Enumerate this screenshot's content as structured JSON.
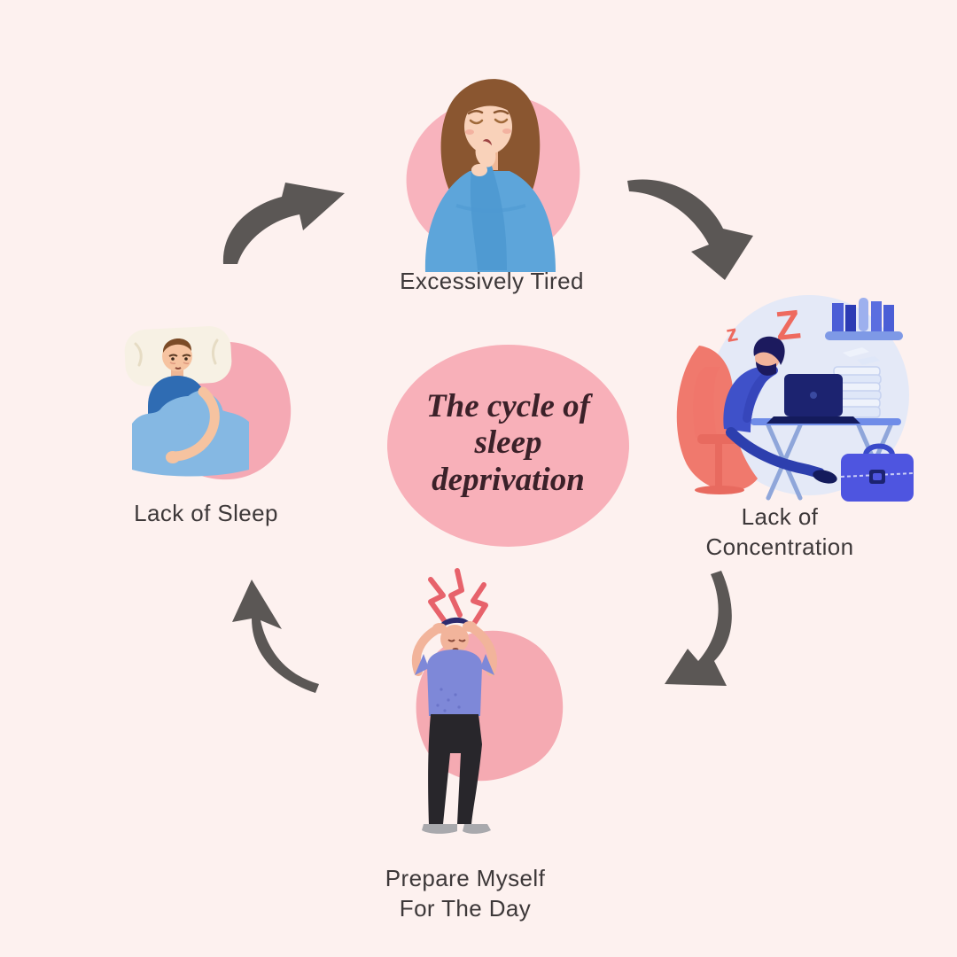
{
  "page": {
    "background_color": "#fdf1ef",
    "arrow_color": "#5b5755"
  },
  "center": {
    "title": "The cycle of\nsleep\ndeprivation",
    "circle_color": "#f8b0b9",
    "text_color": "#3b2129"
  },
  "stages": [
    {
      "name": "excessively-tired",
      "label": "Excessively  Tired",
      "illustration": "yawning-woman",
      "position": "top"
    },
    {
      "name": "lack-of-concentration",
      "label": "Lack of\nConcentration",
      "illustration": "man-asleep-at-desk",
      "position": "right",
      "sleep_zs": [
        "z",
        "z",
        "Z"
      ]
    },
    {
      "name": "prepare-myself-for-the-day",
      "label": "Prepare Myself\nFor The Day",
      "illustration": "stressed-man-headache",
      "position": "bottom"
    },
    {
      "name": "lack-of-sleep",
      "label": "Lack of Sleep",
      "illustration": "man-awake-in-bed",
      "position": "left"
    }
  ],
  "colors": {
    "pink_blob": "#f8b3bd",
    "salmon": "#ee6a5f",
    "periwinkle_bg": "#e4e9f7",
    "navy": "#1c2370",
    "royal_blue": "#3f51c9",
    "briefcase_blue": "#4e55e0",
    "blanket_blue": "#85b8e3",
    "shirt_blue": "#5da5da",
    "purple_shirt": "#7e88d8",
    "label_text": "#3d3839"
  }
}
